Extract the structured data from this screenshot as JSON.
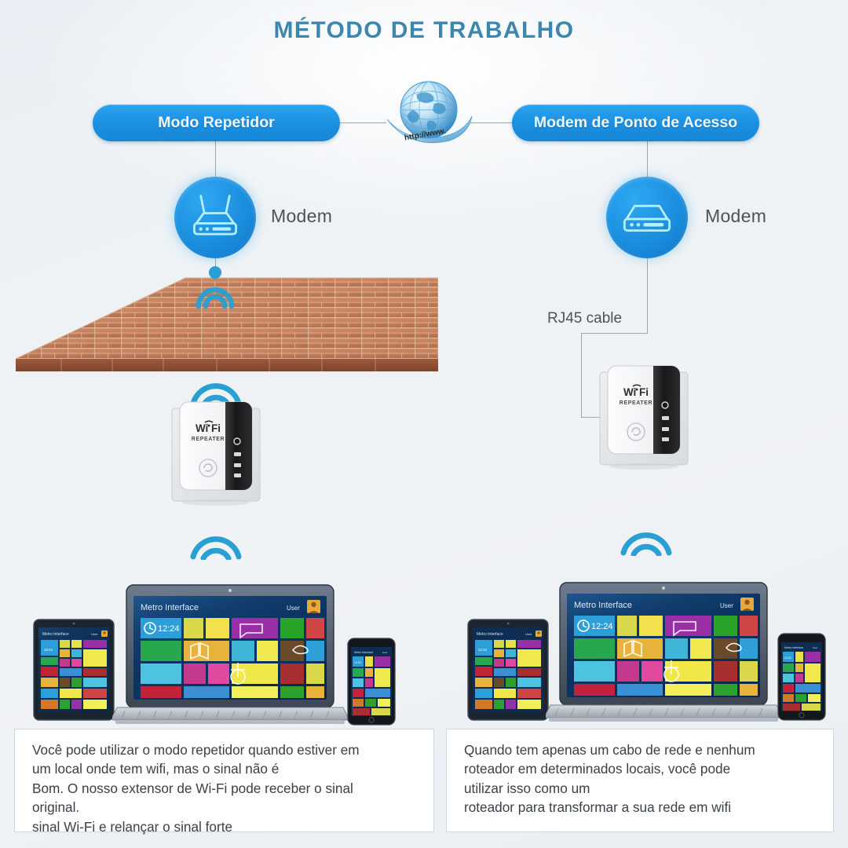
{
  "page": {
    "title": "MÉTODO DE TRABALHO",
    "background_color": "#eef2f5",
    "accent_color": "#1b8fe0",
    "title_color": "#3d87ae"
  },
  "modes": {
    "left": {
      "pill_label": "Modo Repetidor",
      "modem_label": "Modem",
      "modem_icon": "modem-with-antennas-icon"
    },
    "right": {
      "pill_label": "Modem de Ponto de Acesso",
      "modem_label": "Modem",
      "modem_icon": "modem-no-antennas-icon",
      "cable_label": "RJ45 cable"
    }
  },
  "globe": {
    "icon": "globe-internet-icon",
    "banner_text": "http://www."
  },
  "repeater": {
    "brand_line1": "Wi  Fi",
    "brand_line2": "REPEATER",
    "body_color": "#f4f5f7",
    "panel_color": "#1d1d1f"
  },
  "screens": {
    "header_title": "Metro Interface",
    "user_label": "User",
    "clock_tile": "12:24",
    "tile_colors": [
      "#2d9fd8",
      "#d8d84a",
      "#f2e14c",
      "#9b2fa8",
      "#e8e04a",
      "#28a428",
      "#d04646",
      "#27a84c",
      "#e8b33a",
      "#3fb5d8",
      "#efe84e",
      "#6b4a2a",
      "#2f9fd8",
      "#4ec3e0",
      "#c43a8e",
      "#e0499f",
      "#f0e84a",
      "#a82f2f",
      "#d8d84a",
      "#d07a2a",
      "#c2233a",
      "#3b8fd4",
      "#f2ef5a",
      "#2ea02e",
      "#e8b33a"
    ]
  },
  "captions": {
    "left": [
      "Você pode utilizar o modo repetidor quando estiver em",
      "um local onde tem wifi, mas o sinal não é",
      "Bom. O nosso extensor de Wi-Fi pode receber o sinal",
      "original.",
      "sinal Wi-Fi e relançar o sinal forte"
    ],
    "right": [
      "Quando tem apenas um cabo de rede e nenhum",
      "roteador em determinados locais, você pode",
      "utilizar isso como um",
      "roteador para transformar a sua rede em wifi"
    ]
  },
  "wifi_signal": {
    "icon": "wifi-waves-icon",
    "color": "#2aa8e0"
  }
}
